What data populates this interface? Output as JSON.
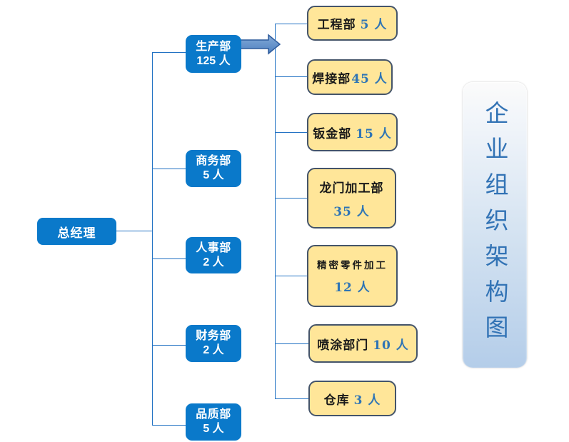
{
  "title": {
    "text": "企业组织架构图"
  },
  "root": {
    "name": "总经理"
  },
  "departments": [
    {
      "name": "生产部",
      "count": "125 人"
    },
    {
      "name": "商务部",
      "count": "5 人"
    },
    {
      "name": "人事部",
      "count": "2 人"
    },
    {
      "name": "财务部",
      "count": "2 人"
    },
    {
      "name": "品质部",
      "count": "5 人"
    }
  ],
  "subdepartments": [
    {
      "name": "工程部",
      "count": "5 人"
    },
    {
      "name": "焊接部",
      "count": "45 人"
    },
    {
      "name": "钣金部",
      "count": "15 人"
    },
    {
      "name": "龙门加工部",
      "count": "35 人"
    },
    {
      "name": "精密零件加工",
      "count": "12 人"
    },
    {
      "name": "喷涂部门",
      "count": "10 人"
    },
    {
      "name": "仓库",
      "count": "3 人"
    }
  ],
  "colors": {
    "node_blue": "#0a79ca",
    "node_yellow": "#ffe699",
    "yellow_border": "#44546a",
    "line_blue": "#2272c3",
    "count_blue": "#2e74b5",
    "banner_text_blue": "#3273b5"
  }
}
